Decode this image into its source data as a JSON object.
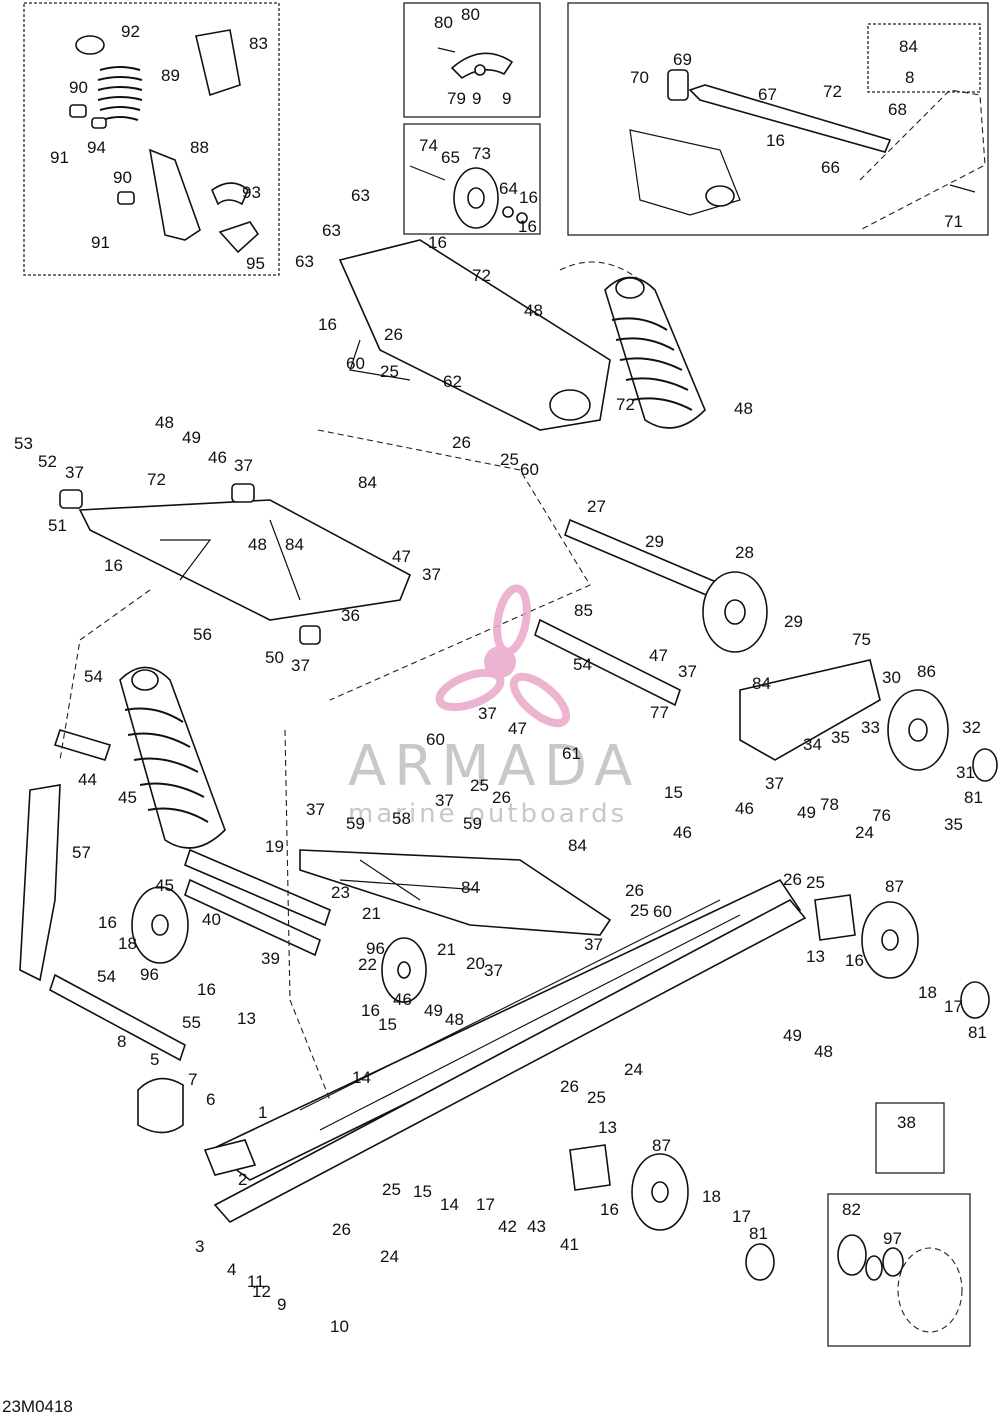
{
  "drawing_code": "23M0418",
  "watermark": {
    "brand": "ARMADA",
    "tagline": "marine outboards",
    "colors": {
      "logo": "#e9a7c9",
      "text": "#c8c8c8"
    }
  },
  "callouts": [
    "1",
    "2",
    "3",
    "4",
    "5",
    "6",
    "7",
    "8",
    "9",
    "10",
    "11",
    "12",
    "13",
    "14",
    "15",
    "16",
    "17",
    "18",
    "19",
    "20",
    "21",
    "22",
    "23",
    "24",
    "25",
    "26",
    "27",
    "28",
    "29",
    "30",
    "31",
    "32",
    "33",
    "34",
    "35",
    "36",
    "37",
    "38",
    "39",
    "40",
    "41",
    "42",
    "43",
    "44",
    "45",
    "46",
    "47",
    "48",
    "49",
    "50",
    "51",
    "52",
    "53",
    "54",
    "55",
    "56",
    "57",
    "58",
    "59",
    "60",
    "61",
    "62",
    "63",
    "64",
    "65",
    "66",
    "67",
    "68",
    "69",
    "70",
    "71",
    "72",
    "73",
    "74",
    "75",
    "76",
    "77",
    "78",
    "79",
    "80",
    "81",
    "82",
    "83",
    "84",
    "85",
    "86",
    "87",
    "88",
    "89",
    "90",
    "91",
    "92",
    "93",
    "94",
    "95",
    "96",
    "97"
  ]
}
